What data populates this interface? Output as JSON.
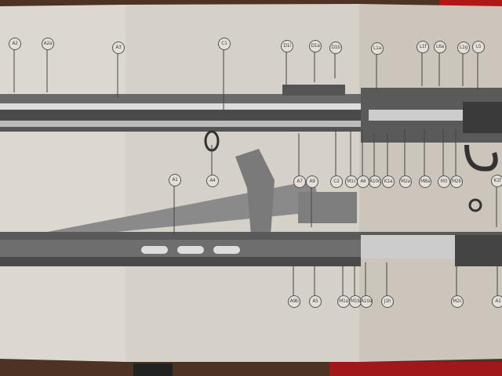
{
  "diagram": {
    "top_labels": [
      "A2",
      "A2a",
      "A3",
      "C1",
      "D1i",
      "D1a",
      "D1b",
      "L1a",
      "L1f",
      "L6a",
      "L1g",
      "L5"
    ],
    "middle_labels": [
      "A1",
      "A4",
      "A7",
      "A9",
      "C2",
      "M1c",
      "A6",
      "A10c",
      "K1a",
      "M2a",
      "M8a",
      "M3",
      "M2b",
      "K1f"
    ],
    "bottom_labels": [
      "A9b",
      "A5",
      "M1a",
      "M1b",
      "A10a",
      "J1h",
      "M2c",
      "A1"
    ]
  },
  "colors": {
    "paper": "#d9d4cc",
    "paper_right": "#cfc9c0",
    "table": "#5a3a2a",
    "ink": "#3a3a3a",
    "red_edge": "#b01818"
  }
}
